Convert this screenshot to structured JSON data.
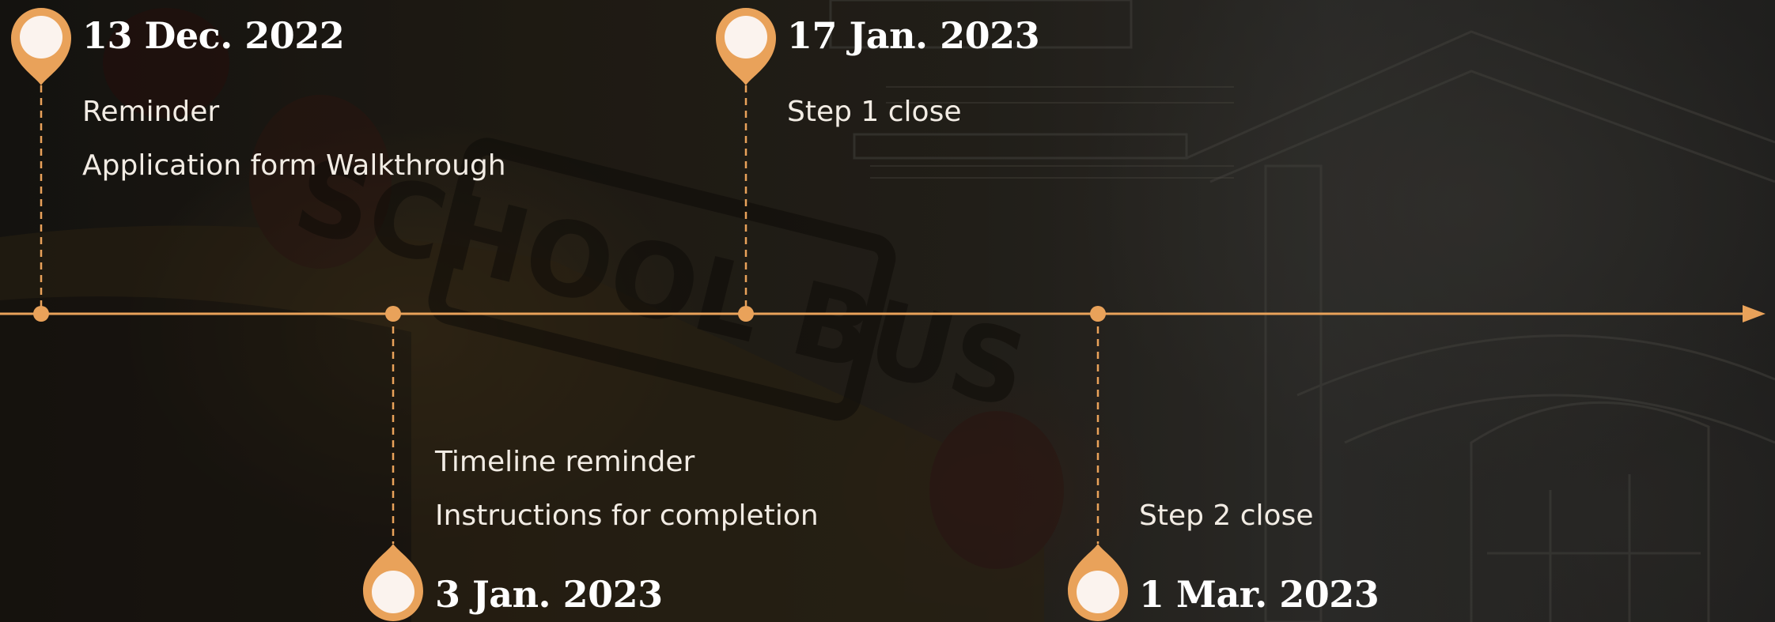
{
  "colors": {
    "accent": "#E9A25A",
    "pin_center": "#FBF3EE",
    "text": "#FFFFFF"
  },
  "timeline": {
    "events": [
      {
        "date": "13 Dec. 2022",
        "lines": [
          "Reminder",
          "Application form Walkthrough"
        ],
        "side": "above"
      },
      {
        "date": "3 Jan. 2023",
        "lines": [
          "Timeline reminder",
          "Instructions for completion"
        ],
        "side": "below"
      },
      {
        "date": "17 Jan. 2023",
        "lines": [
          "Step 1 close"
        ],
        "side": "above"
      },
      {
        "date": "1 Mar. 2023",
        "lines": [
          "Step 2 close"
        ],
        "side": "below"
      }
    ]
  }
}
